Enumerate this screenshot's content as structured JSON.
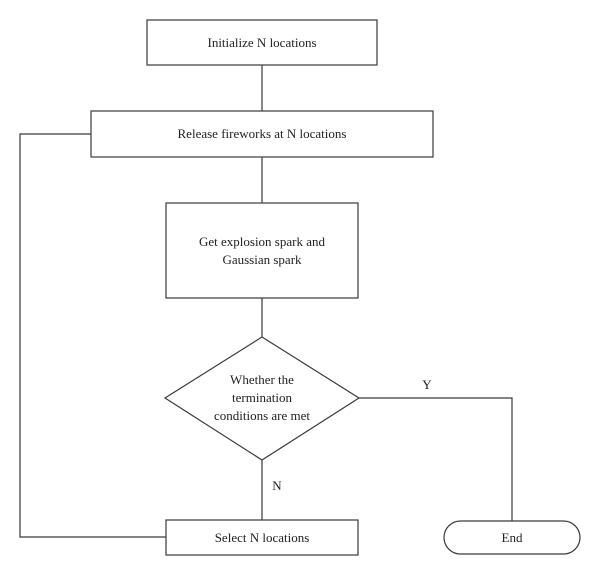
{
  "nodes": {
    "init": "Initialize N locations",
    "release": "Release fireworks at N locations",
    "spark_line1": "Get explosion spark and",
    "spark_line2": "Gaussian spark",
    "decision_line1": "Whether the",
    "decision_line2": "termination",
    "decision_line3": "conditions are met",
    "select": "Select N locations",
    "end": "End"
  },
  "edges": {
    "yes_label": "Y",
    "no_label": "N"
  }
}
